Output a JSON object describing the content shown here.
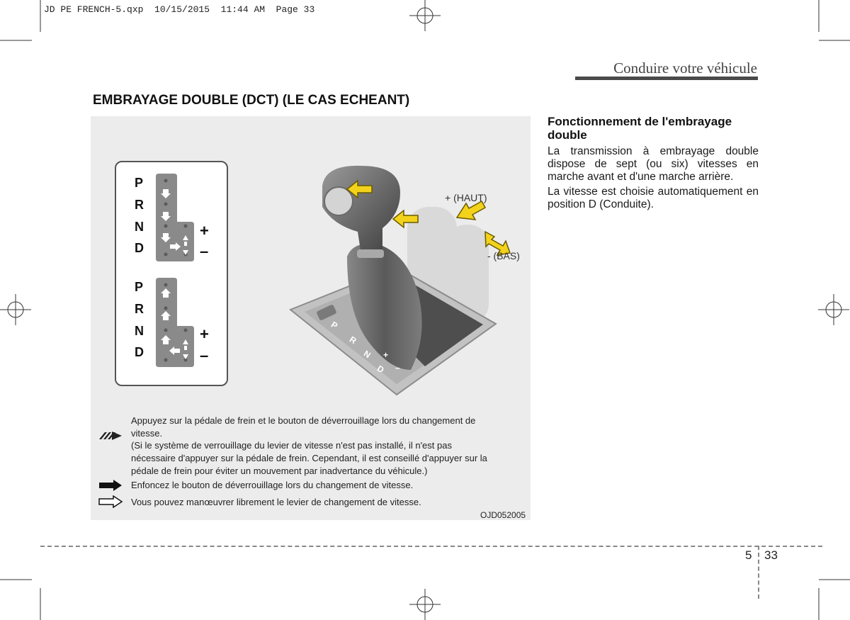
{
  "print_slug": "JD PE FRENCH-5.qxp  10/15/2015  11:44 AM  Page 33",
  "header": {
    "chapter_title": "Conduire votre véhicule"
  },
  "section": {
    "heading": "EMBRAYAGE DOUBLE (DCT) (LE CAS ECHEANT)"
  },
  "figure": {
    "gate_top": {
      "letters": [
        "P",
        "R",
        "N",
        "D"
      ],
      "plus": "+",
      "minus": "–"
    },
    "gate_bottom": {
      "letters": [
        "P",
        "R",
        "N",
        "D"
      ],
      "plus": "+",
      "minus": "–"
    },
    "label_up": "+ (HAUT)",
    "label_down": "- (BAS)",
    "console_letters": [
      "P",
      "R",
      "N",
      "D"
    ],
    "console_plus": "+",
    "console_minus": "–",
    "legend": {
      "brake_and_release": {
        "line1": "Appuyez sur la pédale de frein et le bouton de déverrouillage lors du changement de",
        "line2": "vitesse.",
        "line3": "(Si le système de verrouillage du levier de vitesse n'est pas installé, il n'est pas",
        "line4": "nécessaire d'appuyer sur la pédale de frein. Cependant, il est conseillé d'appuyer sur la",
        "line5": "pédale de frein pour éviter un mouvement par inadvertance du véhicule.)"
      },
      "release_button": "Enfoncez le bouton de déverrouillage lors du changement de vitesse.",
      "free_move": "Vous pouvez manœuvrer librement le levier de changement de vitesse."
    },
    "code": "OJD052005"
  },
  "right_column": {
    "subheading": "Fonctionnement de l'embrayage double",
    "paragraph1": "La transmission à embrayage double dispose de sept (ou six) vitesses en marche avant et d'une marche arrière.",
    "paragraph2": "La vitesse est choisie automatiquement en position D (Conduite)."
  },
  "footer": {
    "chapter": "5",
    "page": "33"
  },
  "colors": {
    "arrow_yellow": "#f3d21b",
    "panel_gray": "#ececec",
    "header_rule": "#4a4a4a"
  }
}
